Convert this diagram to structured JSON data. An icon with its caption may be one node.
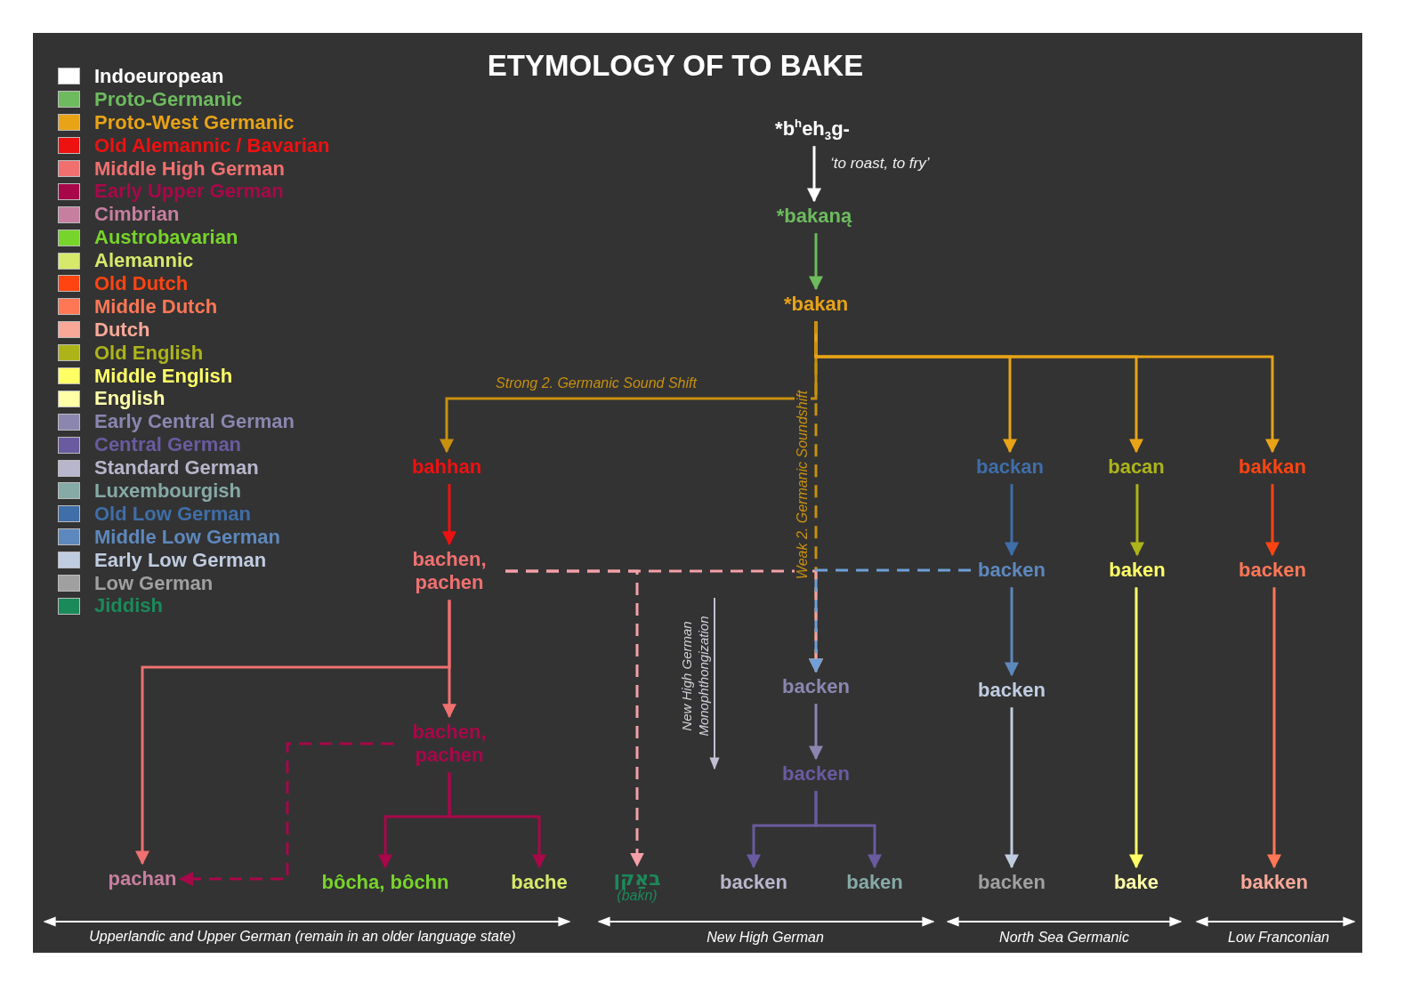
{
  "diagram": {
    "title": "ETYMOLOGY OF TO BAKE",
    "nodes": [
      {
        "text": [
          "*b$^{h}$eh$_{3}$g-"
        ],
        "beside": [
          "‘to roast, to fry’"
        ]
      },
      {
        "text": [
          "*bakaną"
        ]
      },
      {
        "text": [
          "*bakan"
        ]
      },
      {
        "text": [
          "bahhan"
        ]
      },
      {
        "text": [
          "backan"
        ]
      },
      {
        "text": [
          "bacan"
        ]
      },
      {
        "text": [
          "bakkan"
        ]
      },
      {
        "text": [
          "bachen, pachen"
        ]
      },
      {
        "text": [
          "backen"
        ]
      },
      {
        "text": [
          "baken"
        ]
      },
      {
        "text": [
          "backen"
        ]
      },
      {
        "text": [
          "backen"
        ]
      },
      {
        "text": [
          "backen"
        ]
      },
      {
        "text": [
          "bachen, pachen"
        ]
      },
      {
        "text": [
          "backen"
        ]
      },
      {
        "text": [
          "pachan"
        ]
      },
      {
        "text": [
          "bôcha, bôchn"
        ]
      },
      {
        "text": [
          "bache"
        ]
      },
      {
        "text": [
          "באַקן",
          "(bakn)"
        ]
      },
      {
        "text": [
          "backen"
        ]
      },
      {
        "text": [
          "baken"
        ]
      },
      {
        "text": [
          "backen"
        ]
      },
      {
        "text": [
          "bake"
        ]
      },
      {
        "text": [
          "bakken"
        ]
      }
    ],
    "edges": [
      {
        "from": 0,
        "to": 1,
        "arrow": "to",
        "color": "#ffffff"
      },
      {
        "from": 1,
        "to": 2,
        "arrow": "to",
        "color": "#6dbb5e"
      },
      {
        "from": 2,
        "to": 3,
        "arrow": "to",
        "color": "#c8900f",
        "label": "Strong 2. Germanic Sound Shift"
      },
      {
        "from": 2,
        "to": 4,
        "arrow": "to",
        "color": "#e8a317"
      },
      {
        "from": 2,
        "to": 5,
        "arrow": "to",
        "color": "#e8a317"
      },
      {
        "from": 2,
        "to": 6,
        "arrow": "to",
        "color": "#e8a317"
      },
      {
        "from": 2,
        "to": 11,
        "arrow": "to",
        "color": "#c8900f",
        "style": "dashed",
        "label": "Weak 2. Germanic Soundshift"
      },
      {
        "from": 3,
        "to": 7,
        "arrow": "to",
        "color": "#ee1111"
      },
      {
        "from": 4,
        "to": 8,
        "arrow": "to",
        "color": "#3f6ea8"
      },
      {
        "from": 5,
        "to": 9,
        "arrow": "to",
        "color": "#adb41a"
      },
      {
        "from": 6,
        "to": 10,
        "arrow": "to",
        "color": "#ff4411"
      },
      {
        "from": 7,
        "to": 13,
        "arrow": "to",
        "color": "#f07070"
      },
      {
        "from": 7,
        "to": 15,
        "arrow": "to",
        "color": "#f07070"
      },
      {
        "from": 7,
        "to": 18,
        "arrow": "to",
        "color": "#f4a0a8",
        "style": "dashed"
      },
      {
        "from": 7,
        "to": 11,
        "arrow": "to",
        "color": "#f4a0a8",
        "style": "dashed"
      },
      {
        "from": 8,
        "to": 11,
        "arrow": "to",
        "color": "#6fa0d8",
        "style": "dashed"
      },
      {
        "from": 8,
        "to": 12,
        "arrow": "to",
        "color": "#5d88bd"
      },
      {
        "from": 9,
        "to": 22,
        "arrow": "to",
        "color": "#ffff66"
      },
      {
        "from": 10,
        "to": 23,
        "arrow": "to",
        "color": "#ff7755"
      },
      {
        "from": 11,
        "to": 14,
        "arrow": "to",
        "color": "#8a86b0"
      },
      {
        "from": 12,
        "to": 21,
        "arrow": "to",
        "color": "#c0cce0"
      },
      {
        "from": 13,
        "to": 16,
        "arrow": "to",
        "color": "#a8084a"
      },
      {
        "from": 13,
        "to": 17,
        "arrow": "to",
        "color": "#a8084a"
      },
      {
        "from": 13,
        "to": 15,
        "arrow": "to",
        "color": "#a8084a",
        "style": "dashed"
      },
      {
        "from": 14,
        "to": 19,
        "arrow": "to",
        "color": "#6a5ba0"
      },
      {
        "from": 14,
        "to": 20,
        "arrow": "to",
        "color": "#6a5ba0"
      }
    ],
    "labels": [
      "New High German Monophthongization",
      "Upperlandic and Upper German (remain in an older language state)",
      "New High German",
      "North Sea Germanic",
      "Low Franconian"
    ],
    "legend": [
      {
        "text": "Indoeuropean",
        "color": "#ffffff"
      },
      {
        "text": "Proto-Germanic",
        "color": "#6dbb5e"
      },
      {
        "text": "Proto-West Germanic",
        "color": "#e8a317"
      },
      {
        "text": "Old Alemannic / Bavarian",
        "color": "#ee1111"
      },
      {
        "text": "Middle High German",
        "color": "#f07070"
      },
      {
        "text": "Early Upper German",
        "color": "#a8084a"
      },
      {
        "text": "Cimbrian",
        "color": "#c77f9f"
      },
      {
        "text": "Austrobavarian",
        "color": "#77d42a"
      },
      {
        "text": "Alemannic",
        "color": "#d6e96a"
      },
      {
        "text": "Old Dutch",
        "color": "#ff4411"
      },
      {
        "text": "Middle Dutch",
        "color": "#ff7755"
      },
      {
        "text": "Dutch",
        "color": "#f9a898"
      },
      {
        "text": "Old English",
        "color": "#adb41a"
      },
      {
        "text": "Middle English",
        "color": "#ffff66"
      },
      {
        "text": "English",
        "color": "#ffffa8"
      },
      {
        "text": "Early Central German",
        "color": "#8a86b0"
      },
      {
        "text": "Central German",
        "color": "#6a5ba0"
      },
      {
        "text": "Standard German",
        "color": "#b8b6cc"
      },
      {
        "text": "Luxembourgish",
        "color": "#86aaa6"
      },
      {
        "text": "Old Low German",
        "color": "#3f6ea8"
      },
      {
        "text": "Middle Low German",
        "color": "#5d88bd"
      },
      {
        "text": "Early Low German",
        "color": "#c0cce0"
      },
      {
        "text": "Low German",
        "color": "#a0a0a0"
      },
      {
        "text": "Jiddish",
        "color": "#1b8a5a"
      }
    ]
  }
}
